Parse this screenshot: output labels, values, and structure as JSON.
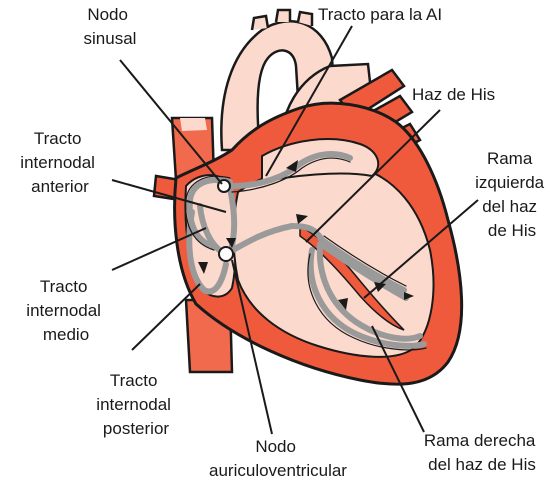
{
  "labels": {
    "nodo_sinusal": [
      "Nodo",
      "sinusal"
    ],
    "tracto_para_ai": [
      "Tracto para la AI"
    ],
    "haz_de_his": [
      "Haz de His"
    ],
    "rama_izquierda": [
      "Rama",
      "izquierda",
      "del haz",
      "de His"
    ],
    "tracto_anterior": [
      "Tracto",
      "internodal",
      "anterior"
    ],
    "tracto_medio": [
      "Tracto",
      "internodal",
      "medio"
    ],
    "tracto_posterior": [
      "Tracto",
      "internodal",
      "posterior"
    ],
    "nodo_av": [
      "Nodo",
      "auriculoventricular"
    ],
    "rama_derecha": [
      "Rama derecha",
      "del haz de His"
    ]
  },
  "colors": {
    "outer_wall": "#ef5a3c",
    "inner_chamber": "#fbd9cc",
    "vessel": "#f26a4e",
    "outline": "#1a1a1a",
    "pathway": "#9a9a9a"
  }
}
